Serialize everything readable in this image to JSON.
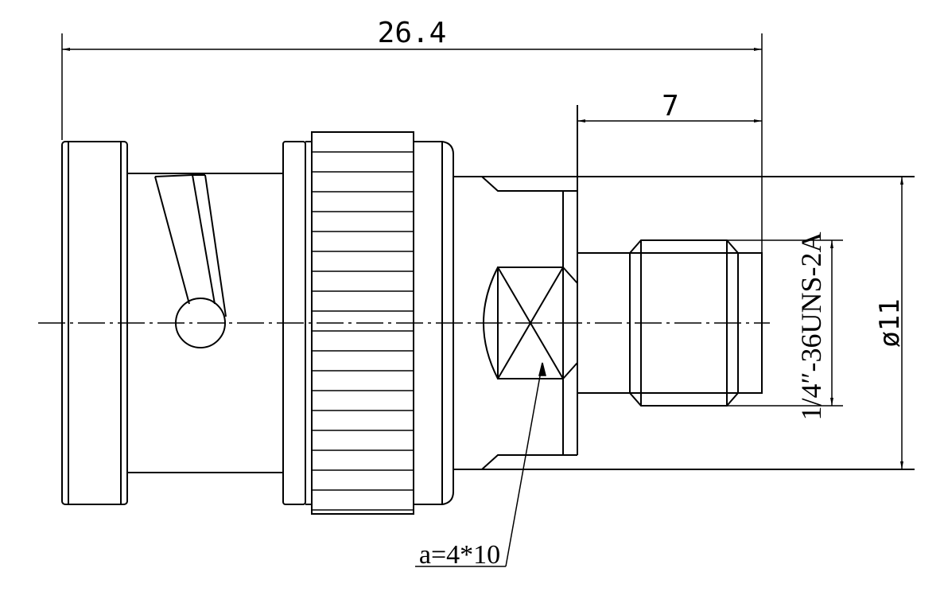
{
  "dimensions": {
    "overall_length": "26.4",
    "thread_length": "7",
    "outer_diameter": "ø11",
    "thread_spec": "1/4″-36UNS-2A",
    "wrench_flat": "a=4*10"
  },
  "colors": {
    "line": "#000000",
    "background": "#ffffff"
  }
}
